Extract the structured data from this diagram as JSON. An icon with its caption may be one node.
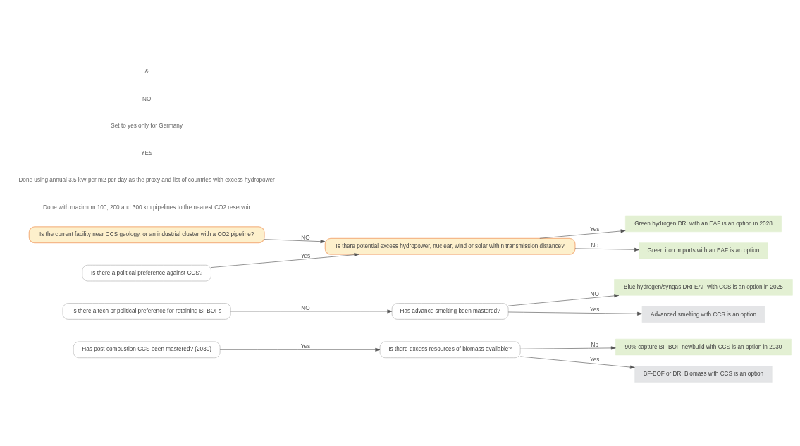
{
  "diagram": {
    "nodes": [
      {
        "text": [
          "Is the current facility near CCS geology, or an industrial cluster with a CO2 pipeline?"
        ]
      },
      {
        "text": [
          "Is there a political preference against CCS?"
        ]
      },
      {
        "text": [
          "Is there a tech or political preference for retaining BFBOFs"
        ]
      },
      {
        "text": [
          "Has post combustion CCS been mastered? (2030)"
        ]
      },
      {
        "text": [
          "Is there potential excess hydropower, nuclear, wind or solar within transmission distance?"
        ]
      },
      {
        "text": [
          "Green hydrogen DRI with an EAF is an option in 2028"
        ]
      },
      {
        "text": [
          "Green iron imports with an EAF is an option"
        ]
      },
      {
        "text": [
          "Has advance smelting been mastered?"
        ]
      },
      {
        "text": [
          "Blue hydrogen/syngas DRI EAF with CCS is an option in 2025"
        ]
      },
      {
        "text": [
          "Advanced smelting with CCS is an option"
        ]
      },
      {
        "text": [
          "Is there excess resources of biomass available?"
        ]
      },
      {
        "text": [
          "90% capture BF-BOF newbuild with CCS is an option in 2030"
        ]
      },
      {
        "text": [
          "BF-BOF or DRI Biomass with CCS is an option"
        ]
      }
    ],
    "edges": [
      {
        "from": 0,
        "to": 4,
        "arrow": "to",
        "label": "NO"
      },
      {
        "from": 1,
        "to": 4,
        "arrow": "to",
        "label": "Yes"
      },
      {
        "from": 4,
        "to": 5,
        "arrow": "to",
        "label": "Yes"
      },
      {
        "from": 4,
        "to": 6,
        "arrow": "to",
        "label": "No"
      },
      {
        "from": 2,
        "to": 7,
        "arrow": "to",
        "label": "NO"
      },
      {
        "from": 7,
        "to": 8,
        "arrow": "to",
        "label": "NO"
      },
      {
        "from": 7,
        "to": 9,
        "arrow": "to",
        "label": "Yes"
      },
      {
        "from": 3,
        "to": 10,
        "arrow": "to",
        "label": "Yes"
      },
      {
        "from": 10,
        "to": 11,
        "arrow": "to",
        "label": "No"
      },
      {
        "from": 10,
        "to": 12,
        "arrow": "to",
        "label": "Yes"
      }
    ],
    "labels": [
      "Done with maximum 100, 200 and 300 km pipelines to the nearest CO2 reservoir",
      "Done using annual 3.5 kW per m2 per day as the proxy and list of countries with excess hydropower",
      "YES",
      "Set to yes only for Germany",
      "NO",
      "&"
    ]
  }
}
